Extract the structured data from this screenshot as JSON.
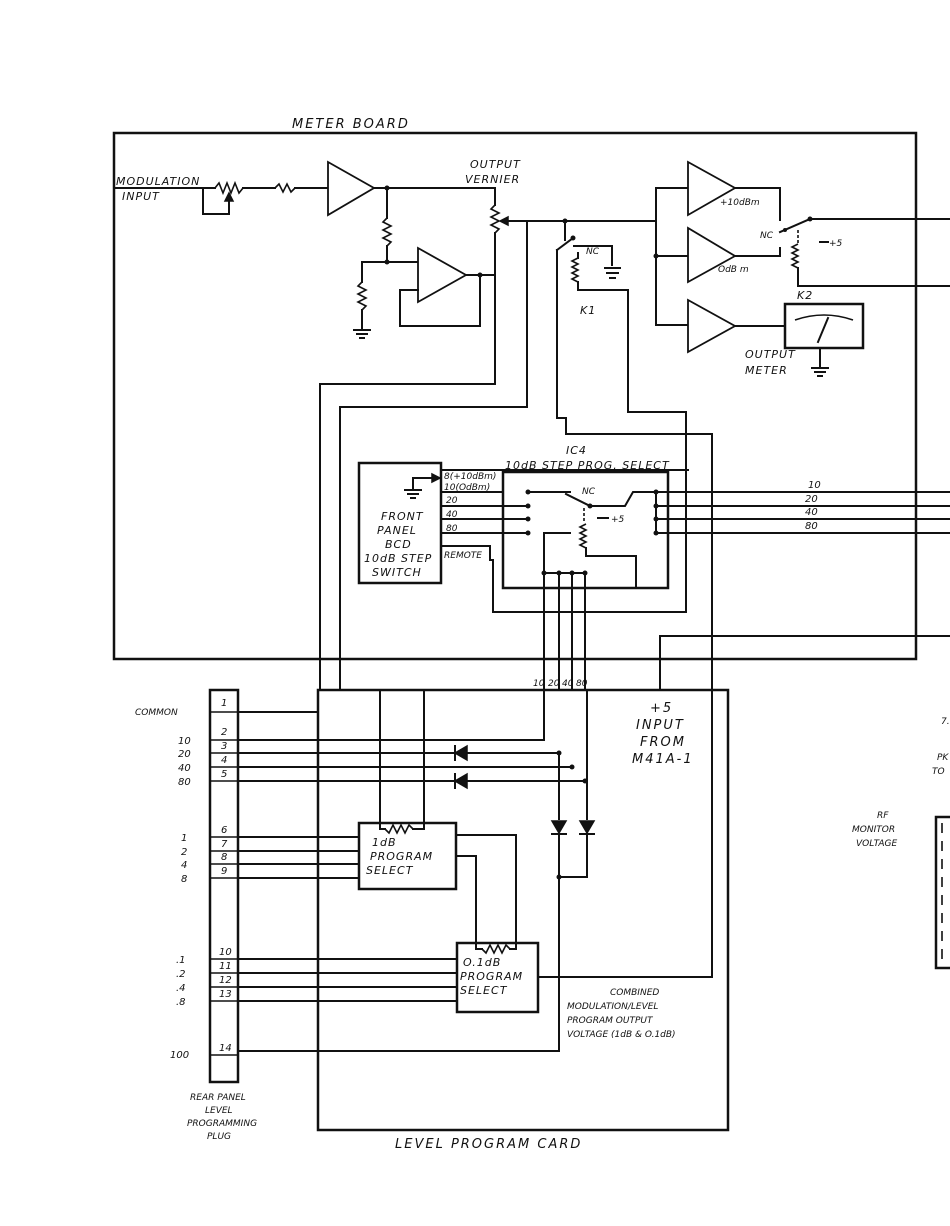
{
  "labels": {
    "meter_board": "METER BOARD",
    "modulation_input_1": "MODULATION",
    "modulation_input_2": "INPUT",
    "output_vernier_1": "OUTPUT",
    "output_vernier_2": "VERNIER",
    "amp_plus10": "+10dBm",
    "amp_0": "OdB m",
    "k1": "K1",
    "k2": "K2",
    "nc_k1": "NC",
    "nc_k2": "NC",
    "plus5_k2": "+5",
    "output_meter_1": "OUTPUT",
    "output_meter_2": "METER",
    "ic4_1": "IC4",
    "ic4_2": "10dB STEP PROG. SELECT",
    "nc_ic4": "NC",
    "plus5_ic4": "+5",
    "front_panel": [
      "FRONT",
      "PANEL",
      "BCD",
      "10dB STEP",
      "SWITCH"
    ],
    "bcd_pins": [
      "8(+10dBm)",
      "10(OdBm)",
      "20",
      "40",
      "80",
      "REMOTE"
    ],
    "right_outputs": [
      "10",
      "20",
      "40",
      "80"
    ],
    "bus_labels": [
      "10",
      "20",
      "40",
      "80"
    ],
    "plus5_input": [
      "+5",
      "INPUT",
      "FROM",
      "M41A-1"
    ],
    "common": "COMMON",
    "left_groups": [
      "10",
      "20",
      "40",
      "80",
      "1",
      "2",
      "4",
      "8",
      ".1",
      ".2",
      ".4",
      ".8",
      "100"
    ],
    "plug_pins": [
      "1",
      "2",
      "3",
      "4",
      "5",
      "6",
      "7",
      "8",
      "9",
      "10",
      "11",
      "12",
      "13",
      "14"
    ],
    "one_db": [
      "1dB",
      "PROGRAM",
      "SELECT"
    ],
    "tenth_db": [
      "O.1dB",
      "PROGRAM",
      "SELECT"
    ],
    "combined": [
      "COMBINED",
      "MODULATION/LEVEL",
      "PROGRAM OUTPUT",
      "VOLTAGE (1dB & O.1dB)"
    ],
    "rear_panel": [
      "REAR PANEL",
      "LEVEL",
      "PROGRAMMING",
      "PLUG"
    ],
    "level_program_card": "LEVEL PROGRAM CARD",
    "rf_monitor": [
      "RF",
      "MONITOR",
      "VOLTAGE"
    ],
    "edge_fragments": [
      "7.",
      "PK",
      "TO"
    ]
  }
}
